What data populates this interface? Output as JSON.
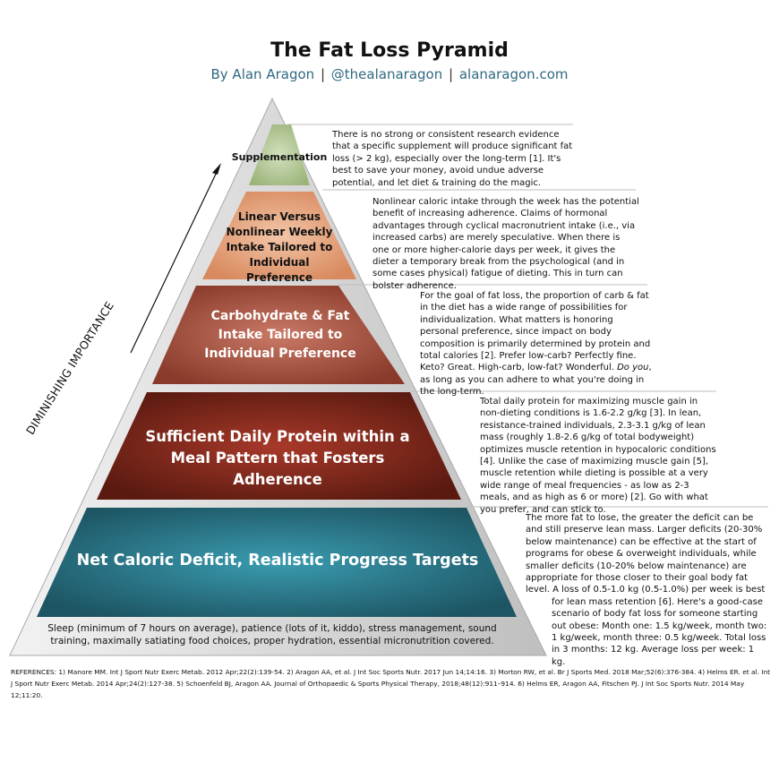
{
  "header": {
    "title": "The Fat Loss Pyramid",
    "author": "By Alan Aragon",
    "handle": "@thealanaragon",
    "website": "alanaragon.com",
    "separator": "|"
  },
  "arrow": {
    "label": "DIMINISHING IMPORTANCE"
  },
  "colors": {
    "tier1": "#2a7a8c",
    "tier2": "#8a2a1c",
    "tier3": "#b05a45",
    "tier4": "#e3a27e",
    "tier5": "#b7c99a",
    "base": "#e6e6e6",
    "subtitle": "#2f6a80"
  },
  "tiers": [
    {
      "label": "Supplementation",
      "description": "There is no strong or consistent research evidence that a specific supplement will produce significant fat loss (> 2 kg), especially over the long-term [1]. It's best to save your money, avoid undue adverse potential, and let diet & training do the magic."
    },
    {
      "label": "Linear Versus Nonlinear Weekly Intake Tailored to Individual Preference",
      "description": "Nonlinear caloric intake through the week has the potential benefit of increasing adherence. Claims of hormonal advantages through cyclical macronutrient intake (i.e., via increased carbs) are merely speculative. When there is one or more higher-calorie days per week, it gives the dieter a temporary break from the psychological (and in some cases physical) fatigue of dieting. This in turn can bolster adherence."
    },
    {
      "label": "Carbohydrate & Fat Intake Tailored to Individual Preference",
      "description_a": "For the goal of fat loss, the proportion of carb & fat in the diet has a wide range of possibilities for individualization. What matters is honoring personal preference, since impact on body composition is primarily determined by protein and total calories [2]. Prefer low-carb? Perfectly fine. Keto? Great. High-carb, low-fat? Wonderful. ",
      "description_em": "Do you",
      "description_b": ", as long as you can adhere to what you're doing in the long-term."
    },
    {
      "label": "Sufficient Daily Protein within a Meal Pattern that Fosters Adherence",
      "description": "Total daily protein for maximizing muscle gain in non-dieting conditions is 1.6-2.2 g/kg [3]. In lean, resistance-trained individuals, 2.3-3.1 g/kg of lean mass (roughly 1.8-2.6 g/kg of total bodyweight) optimizes muscle retention in hypocaloric conditions [4]. Unlike the case of maximizing muscle gain [5], muscle retention while dieting is possible at a very wide range of meal frequencies - as low as 2-3 meals, and as high as 6 or more) [2]. Go with what you prefer, and can stick to."
    },
    {
      "label": "Net Caloric Deficit, Realistic Progress Targets",
      "description_a": "The more fat to lose, the greater the deficit can be and still preserve lean mass. Larger deficits (20-30% below maintenance) can be effective at the start of programs for obese & overweight individuals, while smaller deficits (10-20% below maintenance) are appropriate for those closer to their goal body fat level. A loss of 0.5-1.0 kg (0.5-1.0%) per week is best",
      "description_b": "for lean mass retention [6]. Here's a good-case scenario of body fat loss for someone starting out obese: Month one: 1.5 kg/week, month two: 1 kg/week, month three: 0.5 kg/week. Total loss in 3 months: 12 kg. Average loss per week: 1 kg."
    }
  ],
  "foundation": "Sleep (minimum of 7 hours on average), patience (lots of it, kiddo), stress management, sound training, maximally satiating food choices, proper hydration, essential micronutrition covered.",
  "references": "REFERENCES: 1) Manore MM. Int J Sport Nutr Exerc Metab. 2012 Apr;22(2):139-54.   2) Aragon AA, et al. J Int Soc Sports Nutr. 2017 Jun 14;14:16.   3) Morton RW, et al. Br J Sports Med. 2018 Mar;52(6):376-384.   4) Helms ER. et al. Int J Sport Nutr Exerc Metab. 2014 Apr;24(2):127-38.   5) Schoenfeld BJ, Aragon AA. Journal of Orthopaedic & Sports Physical Therapy, 2018;48(12):911–914.   6) Helms ER, Aragon AA, Fitschen PJ. J Int Soc Sports Nutr. 2014 May 12;11:20."
}
